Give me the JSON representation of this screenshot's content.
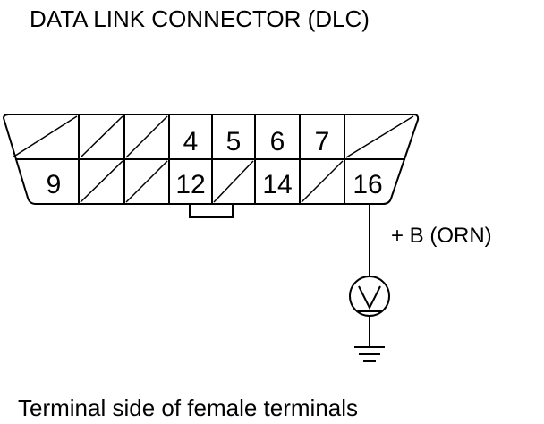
{
  "title": "DATA LINK CONNECTOR (DLC)",
  "caption": "Terminal side of female terminals",
  "wire_label": "+ B (ORN)",
  "meter_symbol": "V",
  "connector": {
    "top_row": [
      "",
      "",
      "",
      "4",
      "5",
      "6",
      "7",
      ""
    ],
    "bottom_row": [
      "9",
      "",
      "",
      "12",
      "",
      "14",
      "",
      "16"
    ]
  }
}
